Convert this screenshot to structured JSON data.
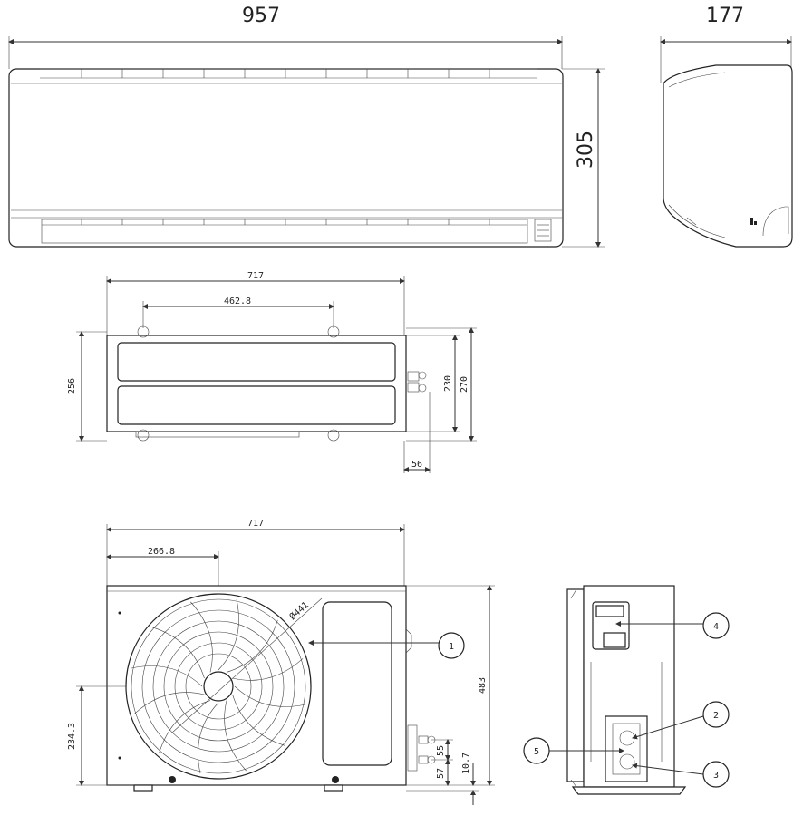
{
  "dims": {
    "indoor_width": "957",
    "indoor_depth": "177",
    "indoor_height": "305",
    "mount_width": "717",
    "mount_hole_spacing": "462.8",
    "mount_height": "256",
    "mount_230": "230",
    "mount_270": "270",
    "mount_56": "56",
    "outdoor_width": "717",
    "fan_center": "266.8",
    "fan_diameter": "Ø441",
    "outdoor_height": "483",
    "outdoor_234": "234.3",
    "outdoor_55": "55",
    "outdoor_57": "57",
    "outdoor_10_7": "10.7"
  },
  "callouts": [
    "1",
    "2",
    "3",
    "4",
    "5"
  ]
}
